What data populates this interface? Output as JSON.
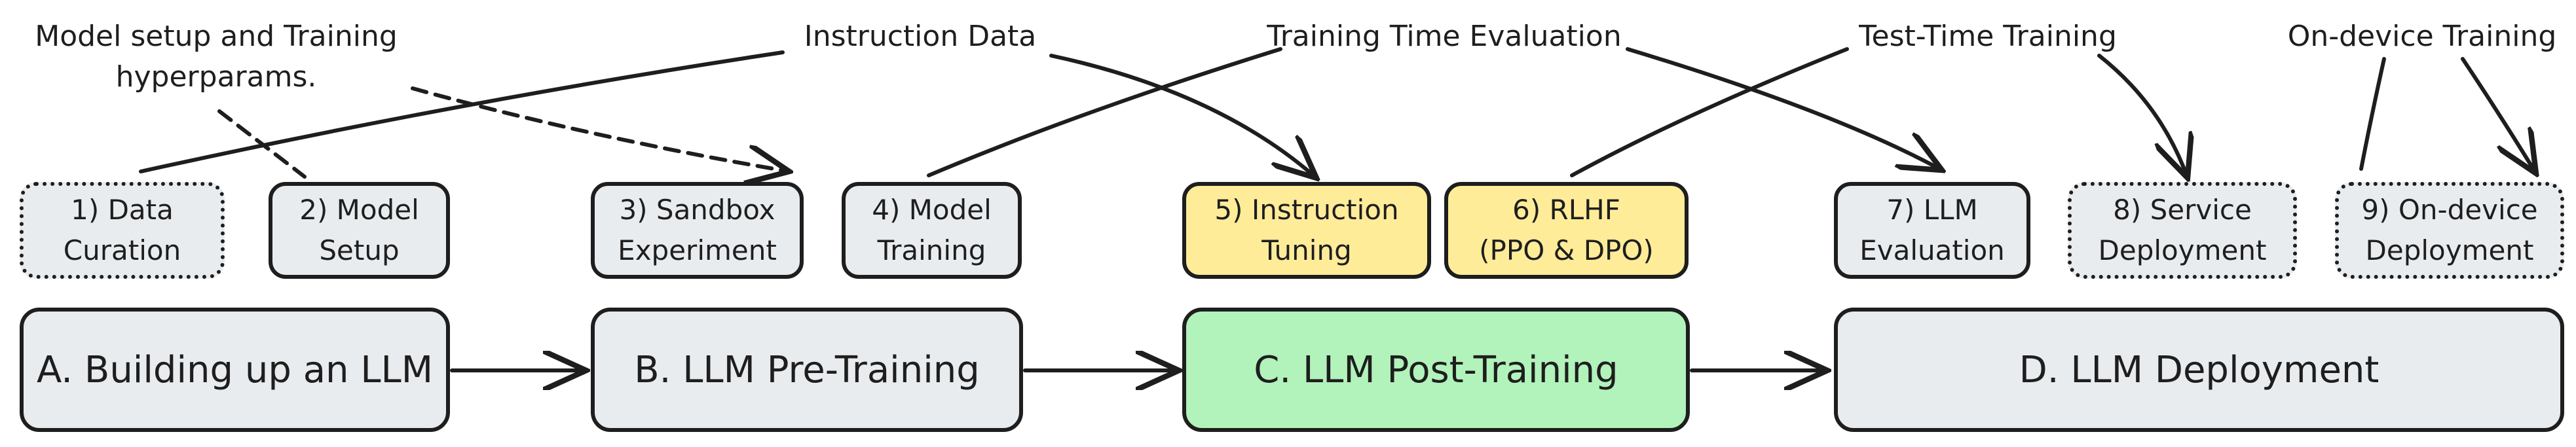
{
  "colors": {
    "default_fill": "#e9ecef",
    "highlight_fill": "#ffec99",
    "post_training_fill": "#b2f2bb",
    "stroke": "#1e1e1e"
  },
  "labels": {
    "model_setup": "Model setup and Training\nhyperparams.",
    "instruction_data": "Instruction Data",
    "training_time_eval": "Training Time Evaluation",
    "test_time_training": "Test-Time Training",
    "on_device_training": "On-device Training"
  },
  "steps": {
    "s1": "1) Data\nCuration",
    "s2": "2) Model\nSetup",
    "s3": "3) Sandbox\nExperiment",
    "s4": "4) Model\nTraining",
    "s5": "5) Instruction\nTuning",
    "s6": "6) RLHF\n(PPO & DPO)",
    "s7": "7) LLM\nEvaluation",
    "s8": "8) Service\nDeployment",
    "s9": "9) On-device\nDeployment"
  },
  "stages": {
    "a": "A. Building up an LLM",
    "b": "B. LLM Pre-Training",
    "c": "C. LLM Post-Training",
    "d": "D. LLM Deployment"
  }
}
